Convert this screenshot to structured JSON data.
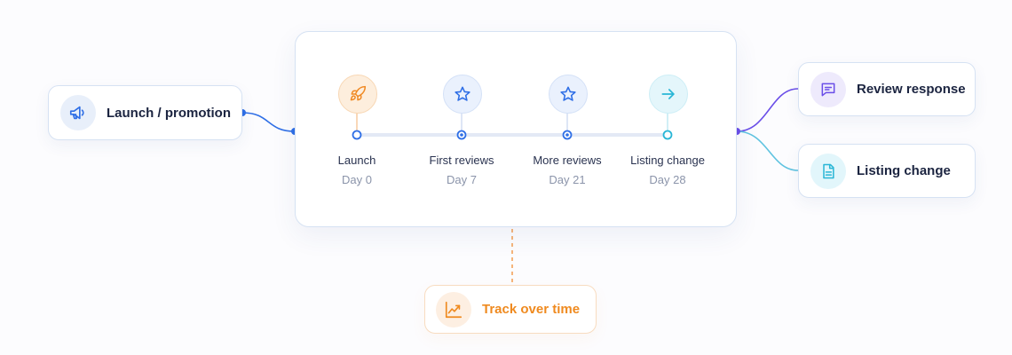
{
  "source_card": {
    "label": "Launch / promotion",
    "icon": "megaphone-icon"
  },
  "timeline": {
    "milestones": [
      {
        "label": "Launch",
        "day": "Day 0",
        "icon": "rocket-icon",
        "color": "#f08a24"
      },
      {
        "label": "First reviews",
        "day": "Day 7",
        "icon": "star-icon",
        "color": "#2f6fe6"
      },
      {
        "label": "More reviews",
        "day": "Day 21",
        "icon": "star-icon",
        "color": "#2f6fe6"
      },
      {
        "label": "Listing change",
        "day": "Day 28",
        "icon": "arrow-right-icon",
        "color": "#29b6d6"
      }
    ]
  },
  "outputs": [
    {
      "label": "Review response",
      "icon": "message-square-icon",
      "color": "#6a4ee8"
    },
    {
      "label": "Listing change",
      "icon": "document-icon",
      "color": "#29b6d6"
    }
  ],
  "footer_card": {
    "label": "Track over time",
    "icon": "trending-up-chart-icon",
    "color": "#ef8a1f"
  },
  "colors": {
    "primary_blue": "#2f6fe6",
    "accent_purple": "#6a4ee8",
    "accent_cyan": "#29b6d6",
    "accent_orange": "#ef8a1f"
  }
}
